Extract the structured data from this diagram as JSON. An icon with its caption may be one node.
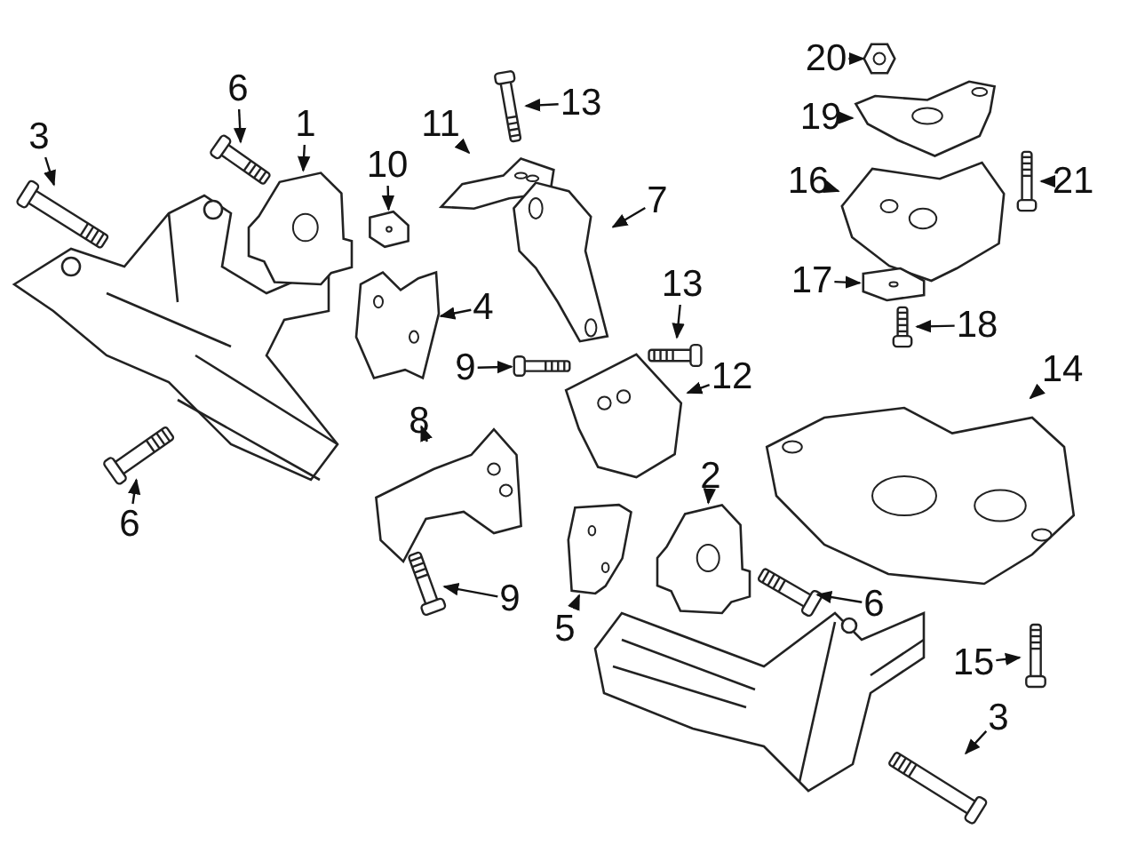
{
  "diagram": {
    "nodes": [
      {
        "text": [
          "20"
        ]
      },
      {
        "text": [
          "6"
        ]
      },
      {
        "text": [
          "13"
        ]
      },
      {
        "text": [
          "19"
        ]
      },
      {
        "text": [
          "1"
        ]
      },
      {
        "text": [
          "11"
        ]
      },
      {
        "text": [
          "3"
        ]
      },
      {
        "text": [
          "10"
        ]
      },
      {
        "text": [
          "16"
        ]
      },
      {
        "text": [
          "21"
        ]
      },
      {
        "text": [
          "7"
        ]
      },
      {
        "text": [
          "17"
        ]
      },
      {
        "text": [
          "13"
        ]
      },
      {
        "text": [
          "4"
        ]
      },
      {
        "text": [
          "18"
        ]
      },
      {
        "text": [
          "9"
        ]
      },
      {
        "text": [
          "14"
        ]
      },
      {
        "text": [
          "12"
        ]
      },
      {
        "text": [
          "8"
        ]
      },
      {
        "text": [
          "2"
        ]
      },
      {
        "text": [
          "6"
        ]
      },
      {
        "text": [
          "9"
        ]
      },
      {
        "text": [
          "6"
        ]
      },
      {
        "text": [
          "5"
        ]
      },
      {
        "text": [
          "15"
        ]
      },
      {
        "text": [
          "3"
        ]
      },
      {
        "text": [],
        "shape": "picture"
      },
      {
        "text": [],
        "shape": "picture"
      },
      {
        "text": [],
        "shape": "picture"
      },
      {
        "text": [],
        "shape": "picture"
      },
      {
        "text": [],
        "shape": "picture"
      },
      {
        "text": [],
        "shape": "picture"
      },
      {
        "text": [],
        "shape": "picture"
      },
      {
        "text": [],
        "shape": "picture"
      },
      {
        "text": [],
        "shape": "picture"
      },
      {
        "text": [],
        "shape": "picture"
      },
      {
        "text": [],
        "shape": "picture"
      },
      {
        "text": [],
        "shape": "picture"
      },
      {
        "text": [],
        "shape": "picture"
      },
      {
        "text": [],
        "shape": "picture"
      },
      {
        "text": [],
        "shape": "picture"
      },
      {
        "text": [],
        "shape": "picture"
      },
      {
        "text": [],
        "shape": "picture"
      },
      {
        "text": [],
        "shape": "picture"
      },
      {
        "text": [],
        "shape": "picture"
      },
      {
        "text": [],
        "shape": "picture"
      },
      {
        "text": [],
        "shape": "picture"
      },
      {
        "text": [],
        "shape": "picture"
      },
      {
        "text": [],
        "shape": "picture"
      },
      {
        "text": [],
        "shape": "picture"
      },
      {
        "text": [],
        "shape": "picture"
      },
      {
        "text": [],
        "shape": "picture"
      }
    ],
    "edges": [
      {
        "from": 0,
        "to": 26,
        "arrow": "to"
      },
      {
        "from": 1,
        "to": 27,
        "arrow": "to"
      },
      {
        "from": 2,
        "to": 28,
        "arrow": "to"
      },
      {
        "from": 3,
        "to": 29,
        "arrow": "to"
      },
      {
        "from": 4,
        "to": 30,
        "arrow": "to"
      },
      {
        "from": 5,
        "to": 31,
        "arrow": "to"
      },
      {
        "from": 6,
        "to": 32,
        "arrow": "to"
      },
      {
        "from": 7,
        "to": 33,
        "arrow": "to"
      },
      {
        "from": 8,
        "to": 34,
        "arrow": "to"
      },
      {
        "from": 9,
        "to": 35,
        "arrow": "to"
      },
      {
        "from": 10,
        "to": 36,
        "arrow": "to"
      },
      {
        "from": 11,
        "to": 37,
        "arrow": "to"
      },
      {
        "from": 12,
        "to": 38,
        "arrow": "to"
      },
      {
        "from": 13,
        "to": 39,
        "arrow": "to"
      },
      {
        "from": 14,
        "to": 40,
        "arrow": "to"
      },
      {
        "from": 15,
        "to": 41,
        "arrow": "to"
      },
      {
        "from": 16,
        "to": 42,
        "arrow": "to"
      },
      {
        "from": 17,
        "to": 43,
        "arrow": "to"
      },
      {
        "from": 18,
        "to": 44,
        "arrow": "to"
      },
      {
        "from": 19,
        "to": 45,
        "arrow": "to"
      },
      {
        "from": 20,
        "to": 46,
        "arrow": "to"
      },
      {
        "from": 21,
        "to": 47,
        "arrow": "to"
      },
      {
        "from": 22,
        "to": 48,
        "arrow": "to"
      },
      {
        "from": 23,
        "to": 49,
        "arrow": "to"
      },
      {
        "from": 24,
        "to": 50,
        "arrow": "to"
      },
      {
        "from": 25,
        "to": 51,
        "arrow": "to"
      }
    ]
  }
}
